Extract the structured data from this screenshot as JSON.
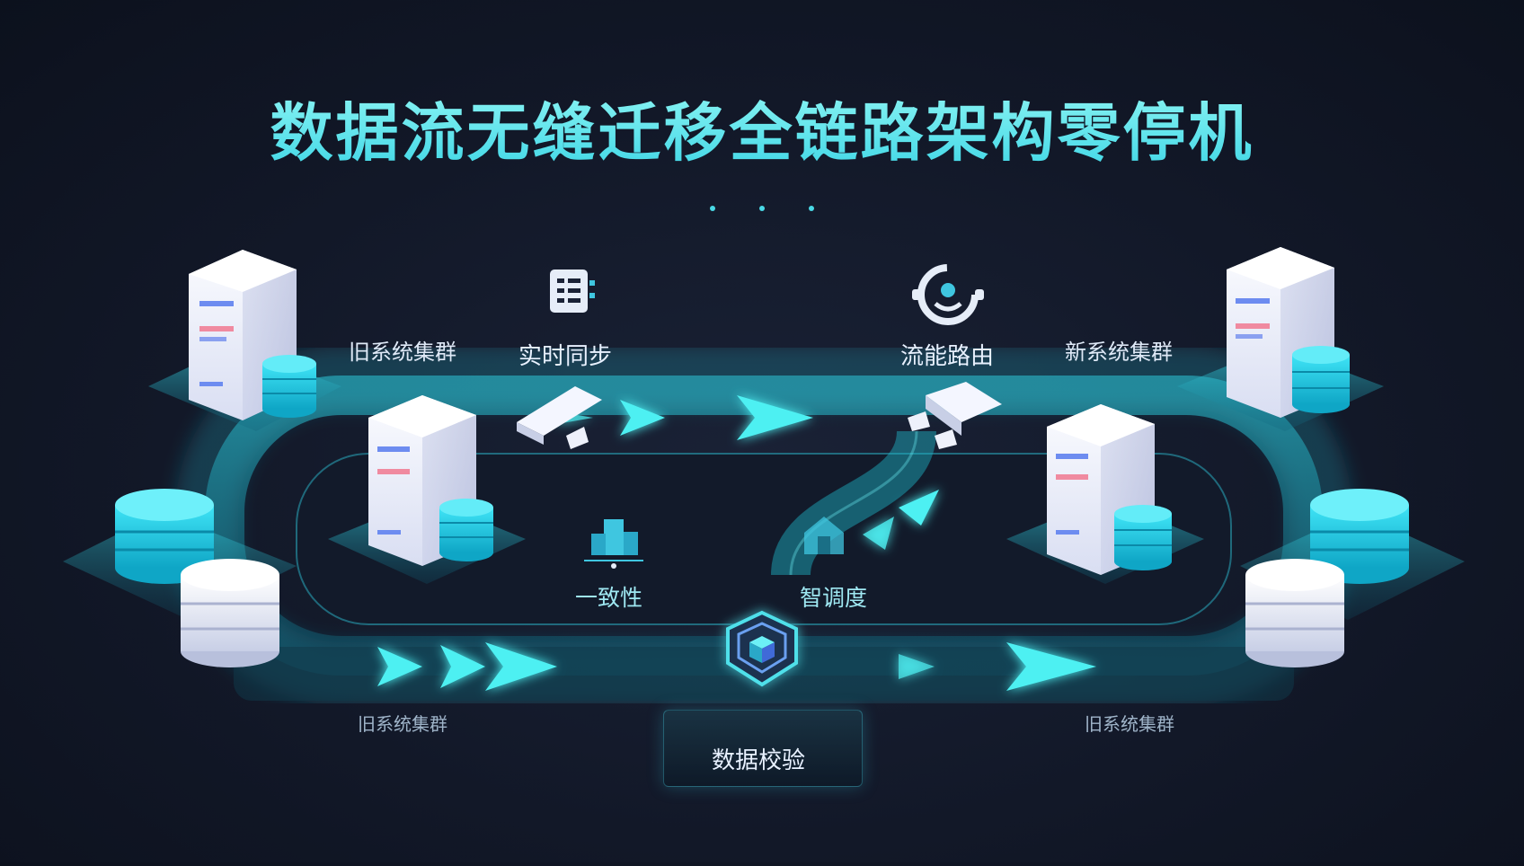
{
  "title": "数据流无缝迁移全链路架构零停机",
  "labels": {
    "old_cluster_top": "旧系统集群",
    "realtime_sync": "实时同步",
    "flow_routing": "流能路由",
    "new_cluster_top": "新系统集群",
    "consistency": "一致性",
    "smart_dispatch": "智调度",
    "old_cluster_bottom_left": "旧系统集群",
    "old_cluster_bottom_right": "旧系统集群",
    "data_verify": "数据校验"
  },
  "icons": {
    "realtime_sync": "document-list-icon",
    "flow_routing": "routing-gauge-icon",
    "consistency": "building-network-icon",
    "smart_dispatch": "dispatch-house-icon",
    "data_verify": "shield-cube-icon"
  },
  "colors": {
    "accent": "#4fe0ea",
    "teal_flow": "#1fb5c8",
    "server_body": "#eef1fb",
    "db_cyan": "#30d2ec",
    "background": "#121828"
  }
}
